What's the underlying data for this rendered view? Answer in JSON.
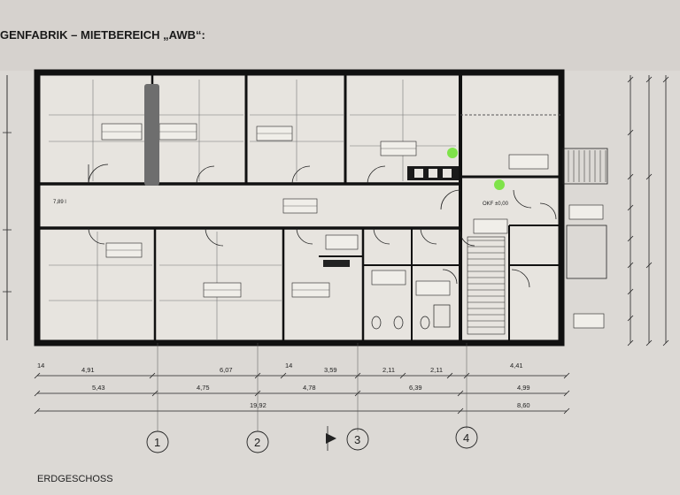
{
  "title": "GENFABRIK – MIETBEREICH „AWB“:",
  "floor_label": "ERDGESCHOSS",
  "level_label": "OKF ±0,00",
  "room_note": "7,89 l",
  "dimensions": {
    "row1": [
      "4,91",
      "6,07",
      "3,59",
      "2,11",
      "2,11",
      "4,41"
    ],
    "row1_small": [
      "14",
      "14"
    ],
    "row2": [
      "5,43",
      "4,75",
      "4,78",
      "6,39",
      "4,99"
    ],
    "row3": [
      "19,92",
      "8,60"
    ]
  },
  "axes": [
    "1",
    "2",
    "3",
    "4"
  ],
  "markers": [
    {
      "name": "marker-1",
      "color": "#7fe34a"
    },
    {
      "name": "marker-2",
      "color": "#7fe34a"
    }
  ],
  "colors": {
    "paper": "#d9d6d2",
    "ink": "#1b1b1b",
    "redaction": "#6e6e6e"
  }
}
